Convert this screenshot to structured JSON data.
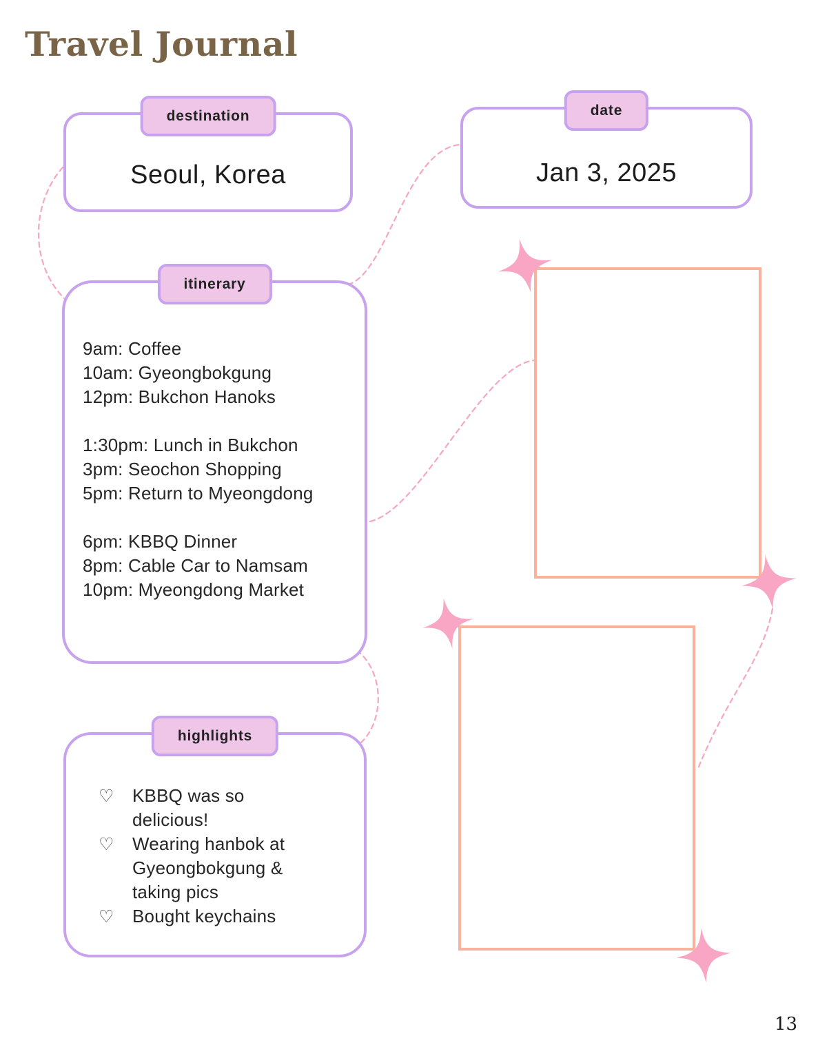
{
  "page": {
    "title": "Travel Journal",
    "page_number": "13"
  },
  "colors": {
    "card_border": "#c7a3ee",
    "tab_fill": "#f0c6e8",
    "frame_border": "#f8b29e",
    "sparkle": "#f9a6c5",
    "connector": "#f3aac2",
    "title": "#796447",
    "text": "#262626",
    "page_bg": "#ffffff"
  },
  "cards": {
    "destination": {
      "label": "destination",
      "value": "Seoul, Korea"
    },
    "date": {
      "label": "date",
      "value": "Jan 3, 2025"
    },
    "itinerary": {
      "label": "itinerary",
      "groups": [
        [
          "9am: Coffee",
          "10am: Gyeongbokgung",
          "12pm: Bukchon Hanoks"
        ],
        [
          "1:30pm: Lunch in Bukchon",
          "3pm: Seochon Shopping",
          "5pm: Return to Myeongdong"
        ],
        [
          "6pm: KBBQ Dinner",
          "8pm: Cable Car to Namsam",
          "10pm: Myeongdong Market"
        ]
      ]
    },
    "highlights": {
      "label": "highlights",
      "bullet_char": "♡",
      "items": [
        "KBBQ was so delicious!",
        "Wearing hanbok at Gyeongbokgung & taking pics",
        "Bought keychains"
      ]
    }
  }
}
